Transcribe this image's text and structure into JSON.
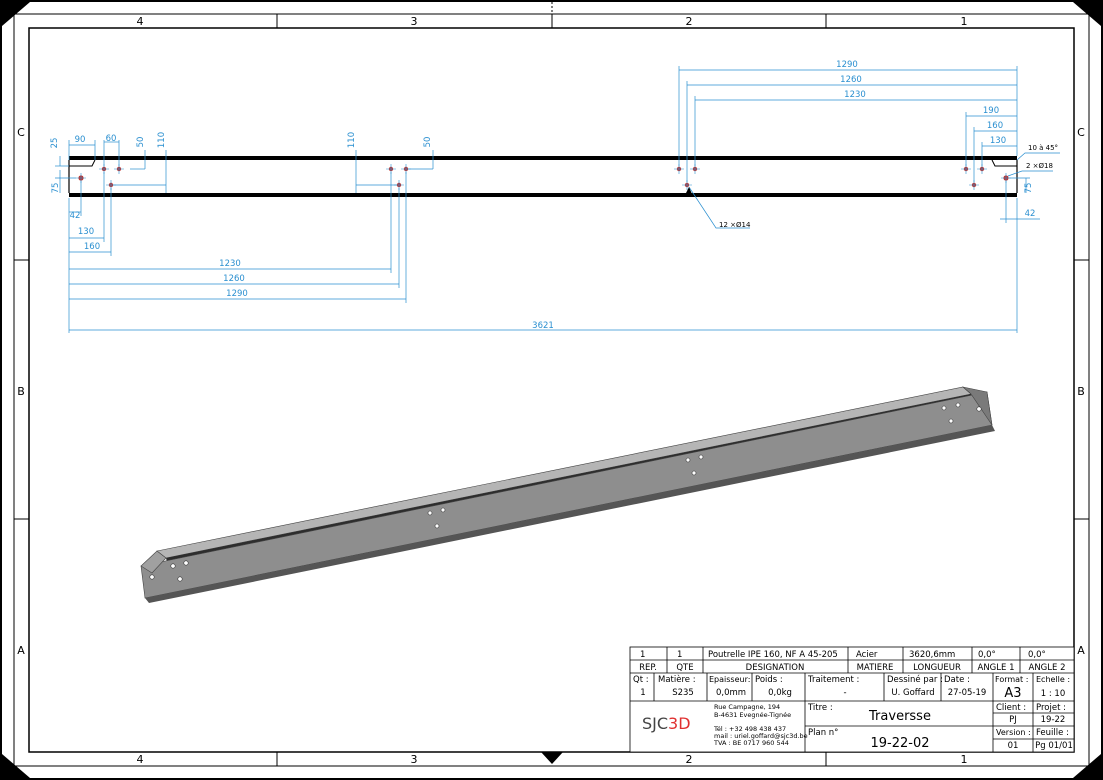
{
  "frame": {
    "zones_top": [
      "4",
      "3",
      "2",
      "1"
    ],
    "zones_bottom": [
      "4",
      "3",
      "2",
      "1"
    ],
    "zones_left": [
      "C",
      "B",
      "A"
    ],
    "zones_right": [
      "C",
      "B",
      "A"
    ]
  },
  "dimensions": {
    "top_left": [
      "25",
      "90",
      "60",
      "50",
      "110",
      "75",
      "42",
      "130",
      "160"
    ],
    "middle": [
      "110",
      "50"
    ],
    "chain_left": [
      "1230",
      "1260",
      "1290"
    ],
    "overall": "3621",
    "chain_right": [
      "1290",
      "1260",
      "1230"
    ],
    "top_right": [
      "190",
      "160",
      "130",
      "75",
      "42"
    ],
    "chamfer_note": "10 à 45°",
    "hole_note_small": "2 ×Ø18",
    "hole_note_main": "12 ×Ø14"
  },
  "title_block": {
    "row1": {
      "rep": "1",
      "qte": "1",
      "designation": "Poutrelle IPE 160, NF A 45-205",
      "matiere": "Acier",
      "longueur": "3620,6mm",
      "angle1": "0,0°",
      "angle2": "0,0°"
    },
    "headers": {
      "rep": "REP.",
      "qte": "QTE",
      "designation": "DESIGNATION",
      "matiere": "MATIERE",
      "longueur": "LONGUEUR",
      "angle1": "ANGLE 1",
      "angle2": "ANGLE 2"
    },
    "labels": {
      "qt": "Qt :",
      "matiere": "Matière :",
      "epaisseur": "Epaisseur:",
      "poids": "Poids :",
      "traitement": "Traitement :",
      "dessine": "Dessiné par :",
      "date": "Date :",
      "format": "Format :",
      "echelle": "Echelle :",
      "titre": "Titre :",
      "client": "Client :",
      "projet": "Projet :",
      "plan": "Plan n°",
      "version": "Version :",
      "feuille": "Feuille :"
    },
    "values": {
      "qt": "1",
      "matiere": "S235",
      "epaisseur": "0,0mm",
      "poids": "0,0kg",
      "traitement": "-",
      "dessine": "U. Goffard",
      "date": "27-05-19",
      "format": "A3",
      "echelle": "1 : 10",
      "titre": "Traversse",
      "client": "PJ",
      "projet": "19-22",
      "plan": "19-22-02",
      "version": "01",
      "feuille": "Pg 01/01"
    },
    "company": {
      "logo_text_a": "SJC",
      "logo_text_b": "3D",
      "address1": "Rue Campagne, 194",
      "address2": "B-4631 Evegnée-Tignée",
      "tel": "Tél : +32 498 438 437",
      "mail": "mail : uriel.goffard@sjc3d.be",
      "tva": "TVA : BE 0717 960 544"
    }
  },
  "colors": {
    "dimension": "#2a8fd0",
    "hole": "#c0302a",
    "beam_top": "#a8a8a8",
    "beam_face": "#8c8c8c",
    "beam_dark": "#555555"
  }
}
